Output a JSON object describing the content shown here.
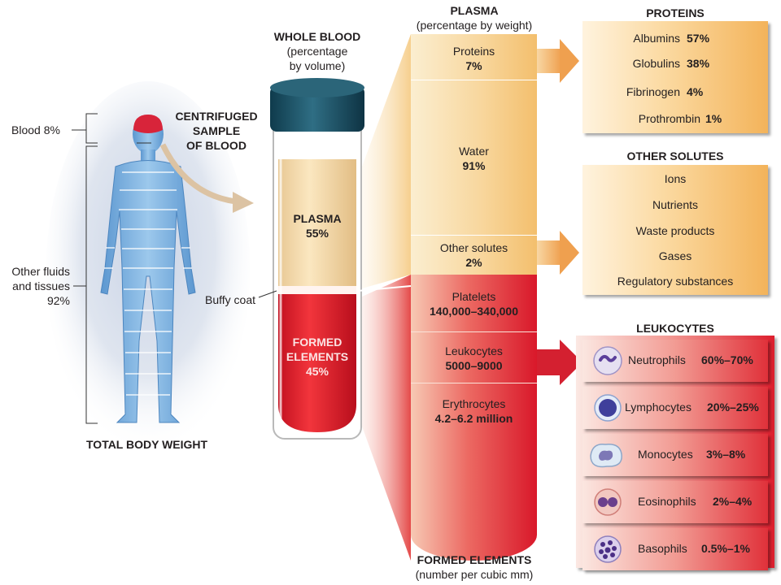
{
  "body_figure": {
    "blood_label": "Blood 8%",
    "other_label_1": "Other fluids",
    "other_label_2": "and tissues",
    "other_label_3": "92%",
    "total_label": "TOTAL BODY WEIGHT"
  },
  "centrifuged": {
    "line1": "CENTRIFUGED",
    "line2": "SAMPLE",
    "line3": "OF BLOOD"
  },
  "whole_blood": {
    "title": "WHOLE BLOOD",
    "sub1": "(percentage",
    "sub2": "by volume)"
  },
  "tube": {
    "plasma_label": "PLASMA",
    "plasma_value": "55%",
    "buffy_label": "Buffy coat",
    "formed_line1": "FORMED",
    "formed_line2": "ELEMENTS",
    "formed_value": "45%"
  },
  "plasma": {
    "title": "PLASMA",
    "subtitle": "(percentage by weight)",
    "rows": [
      {
        "label": "Proteins",
        "value": "7%"
      },
      {
        "label": "Water",
        "value": "91%"
      },
      {
        "label": "Other solutes",
        "value": "2%"
      }
    ]
  },
  "formed": {
    "title": "FORMED ELEMENTS",
    "subtitle": "(number per cubic mm)",
    "rows": [
      {
        "label": "Platelets",
        "value": "140,000–340,000"
      },
      {
        "label": "Leukocytes",
        "value": "5000–9000"
      },
      {
        "label": "Erythrocytes",
        "value": "4.2–6.2 million"
      }
    ]
  },
  "proteins": {
    "title": "PROTEINS",
    "items": [
      {
        "label": "Albumins",
        "value": "57%"
      },
      {
        "label": "Globulins",
        "value": "38%"
      },
      {
        "label": "Fibrinogen",
        "value": "4%"
      },
      {
        "label": "Prothrombin",
        "value": "1%"
      }
    ]
  },
  "other_solutes": {
    "title": "OTHER SOLUTES",
    "items": [
      "Ions",
      "Nutrients",
      "Waste products",
      "Gases",
      "Regulatory substances"
    ]
  },
  "leukocytes": {
    "title": "LEUKOCYTES",
    "items": [
      {
        "label": "Neutrophils",
        "value": "60%–70%",
        "icon": "neutrophil-icon"
      },
      {
        "label": "Lymphocytes",
        "value": "20%–25%",
        "icon": "lymphocyte-icon"
      },
      {
        "label": "Monocytes",
        "value": "3%–8%",
        "icon": "monocyte-icon"
      },
      {
        "label": "Eosinophils",
        "value": "2%–4%",
        "icon": "eosinophil-icon"
      },
      {
        "label": "Basophils",
        "value": "0.5%–1%",
        "icon": "basophil-icon"
      }
    ]
  },
  "colors": {
    "plasma": "#f8d79e",
    "blood_red": "#d9182a",
    "arrow_orange": "#f0a65a",
    "arrow_red": "#d42030",
    "body_blue": "#7fb3e0"
  }
}
